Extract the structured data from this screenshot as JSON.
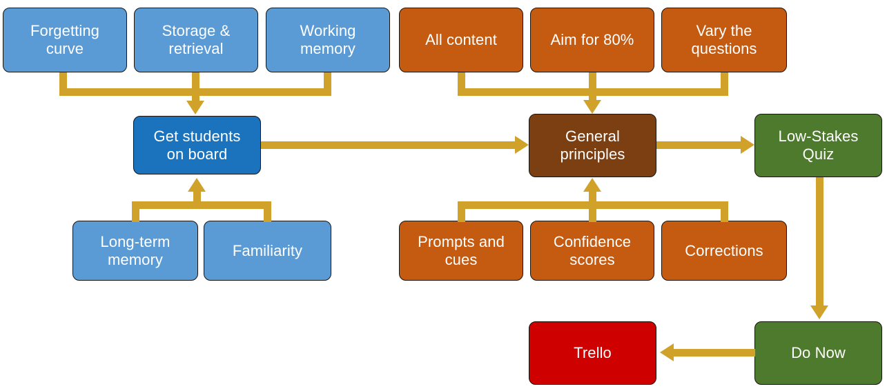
{
  "diagram": {
    "title": "Retrieval practice flow diagram",
    "background_color": "#FFFFFF",
    "connector_color": "#D1A22A",
    "palette": {
      "light_blue": "#5B9BD5",
      "dark_blue": "#1B73BE",
      "orange": "#C55A11",
      "dark_brown": "#7B3F11",
      "green": "#4E7A2E",
      "red": "#CE0000",
      "border": "#17120C",
      "text": "#FFFFFF"
    },
    "nodes": {
      "forgetting_curve": "Forgetting\ncurve",
      "storage_retrieval": "Storage &\nretrieval",
      "working_memory": "Working\nmemory",
      "all_content": "All content",
      "aim_for_80": "Aim for 80%",
      "vary_the_questions": "Vary the\nquestions",
      "get_students_on_board": "Get students\non board",
      "general_principles": "General\nprinciples",
      "low_stakes_quiz": "Low-Stakes\nQuiz",
      "long_term_memory": "Long-term\nmemory",
      "familiarity": "Familiarity",
      "prompts_and_cues": "Prompts and\ncues",
      "confidence_scores": "Confidence\nscores",
      "corrections": "Corrections",
      "trello": "Trello",
      "do_now": "Do Now"
    }
  }
}
